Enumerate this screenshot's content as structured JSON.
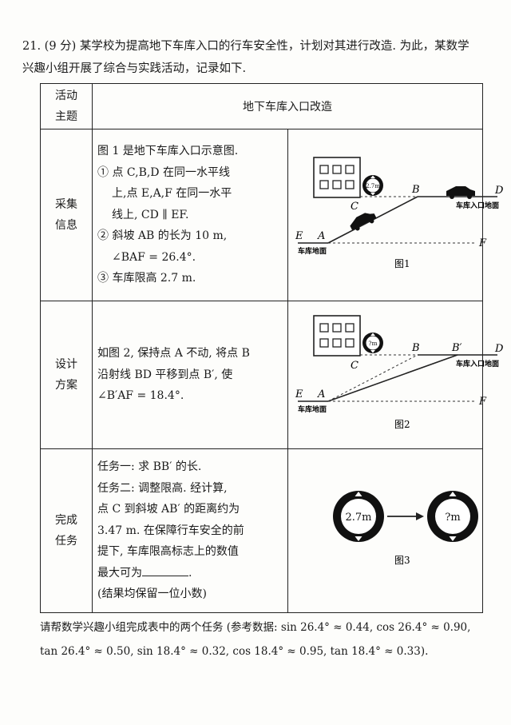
{
  "problem": {
    "intro_line1": "21. (9 分) 某学校为提高地下车库入口的行车安全性，计划对其进行改造. 为此，某数学",
    "intro_line2": "兴趣小组开展了综合与实践活动，记录如下."
  },
  "table": {
    "header": {
      "col1_line1": "活动",
      "col1_line2": "主题",
      "title": "地下车库入口改造"
    },
    "row1": {
      "label_line1": "采集",
      "label_line2": "信息",
      "lines": [
        "图 1 是地下车库入口示意图.",
        "① 点 C,B,D 在同一水平线",
        "上,点 E,A,F 在同一水平",
        "线上, CD ∥ EF.",
        "② 斜坡 AB 的长为 10 m,",
        "∠BAF = 26.4°.",
        "③ 车库限高 2.7 m."
      ],
      "figure": {
        "sign": "2.7m",
        "labels": {
          "C": "C",
          "B": "B",
          "D": "D",
          "E": "E",
          "A": "A",
          "F": "F"
        },
        "entrance_ground": "车库入口地面",
        "garage_ground": "车库地面",
        "caption": "图1"
      }
    },
    "row2": {
      "label_line1": "设计",
      "label_line2": "方案",
      "lines": [
        "如图 2, 保持点 A 不动, 将点 B",
        "沿射线 BD 平移到点 B′, 使",
        "∠B′AF = 18.4°."
      ],
      "figure": {
        "sign": "?m",
        "labels": {
          "C": "C",
          "B": "B",
          "Bp": "B′",
          "D": "D",
          "E": "E",
          "A": "A",
          "F": "F"
        },
        "entrance_ground": "车库入口地面",
        "garage_ground": "车库地面",
        "caption": "图2"
      }
    },
    "row3": {
      "label_line1": "完成",
      "label_line2": "任务",
      "lines": [
        "任务一: 求 BB′ 的长.",
        "任务二: 调整限高. 经计算,",
        "点 C 到斜坡 AB′ 的距离约为",
        "3.47 m. 在保障行车安全的前",
        "提下, 车库限高标志上的数值",
        "最大可为"
      ],
      "last_line": "(结果均保留一位小数)",
      "figure": {
        "sign_left": "2.7m",
        "sign_right": "?m",
        "caption": "图3"
      }
    }
  },
  "footer": {
    "line1": "请帮数学兴趣小组完成表中的两个任务 (参考数据: sin 26.4° ≈ 0.44, cos 26.4° ≈ 0.90,",
    "line2": "tan 26.4° ≈ 0.50, sin 18.4° ≈ 0.32, cos 18.4° ≈ 0.95, tan 18.4° ≈ 0.33)."
  }
}
